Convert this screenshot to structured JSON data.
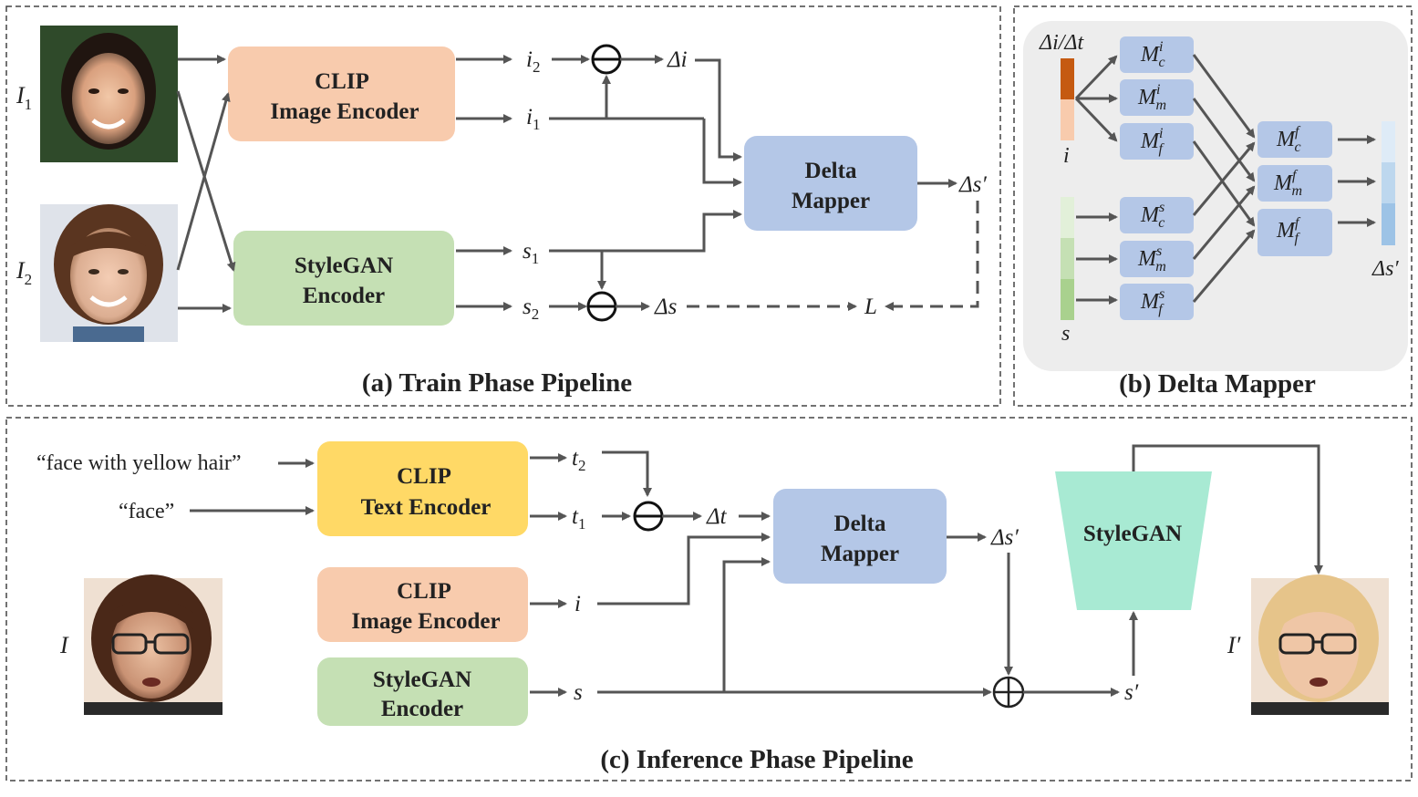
{
  "captions": {
    "train": "(a) Train Phase Pipeline",
    "delta": "(b) Delta Mapper",
    "inference": "(c) Inference Phase Pipeline"
  },
  "train": {
    "clip_image_encoder": [
      "CLIP",
      "Image Encoder"
    ],
    "stylegan_encoder": [
      "StyleGAN",
      "Encoder"
    ],
    "delta_mapper": [
      "Delta",
      "Mapper"
    ],
    "labels": {
      "img1": "I",
      "img1_sub": "1",
      "img2": "I",
      "img2_sub": "2",
      "i2": "i",
      "i2_sub": "2",
      "i1": "i",
      "i1_sub": "1",
      "s1": "s",
      "s1_sub": "1",
      "s2": "s",
      "s2_sub": "2",
      "di": "Δi",
      "ds": "Δs",
      "dsp": "Δs′",
      "L": "L"
    }
  },
  "delta": {
    "top_label": "Δi/Δt",
    "i_label": "i",
    "s_label": "s",
    "out_label": "Δs′",
    "blocks": {
      "mci": {
        "base": "M",
        "sub": "c",
        "sup": "i"
      },
      "mmi": {
        "base": "M",
        "sub": "m",
        "sup": "i"
      },
      "mfi": {
        "base": "M",
        "sub": "f",
        "sup": "i"
      },
      "mcs": {
        "base": "M",
        "sub": "c",
        "sup": "s"
      },
      "mms": {
        "base": "M",
        "sub": "m",
        "sup": "s"
      },
      "mfs": {
        "base": "M",
        "sub": "f",
        "sup": "s"
      },
      "mcf": {
        "base": "M",
        "sub": "c",
        "sup": "f"
      },
      "mmf": {
        "base": "M",
        "sub": "m",
        "sup": "f"
      },
      "mff": {
        "base": "M",
        "sub": "f",
        "sup": "f"
      }
    }
  },
  "inference": {
    "text_yellow": "“face with yellow hair”",
    "text_face": "“face”",
    "clip_text_encoder": [
      "CLIP",
      "Text Encoder"
    ],
    "clip_image_encoder": [
      "CLIP",
      "Image Encoder"
    ],
    "stylegan_encoder": [
      "StyleGAN",
      "Encoder"
    ],
    "delta_mapper": [
      "Delta",
      "Mapper"
    ],
    "stylegan": "StyleGAN",
    "labels": {
      "t2": "t",
      "t2_sub": "2",
      "t1": "t",
      "t1_sub": "1",
      "dt": "Δt",
      "i": "i",
      "s": "s",
      "dsp": "Δs′",
      "sp": "s′",
      "img_in": "I",
      "img_out": "I′"
    }
  },
  "colors": {
    "clip_image": "#f8cbad",
    "stylegan_enc": "#c5e0b4",
    "delta_mapper": "#b4c7e7",
    "clip_text": "#ffd966",
    "stylegan_gen": "#a8ead3",
    "mapper_block": "#b4c7e7",
    "panel_bg": "#ededed"
  }
}
